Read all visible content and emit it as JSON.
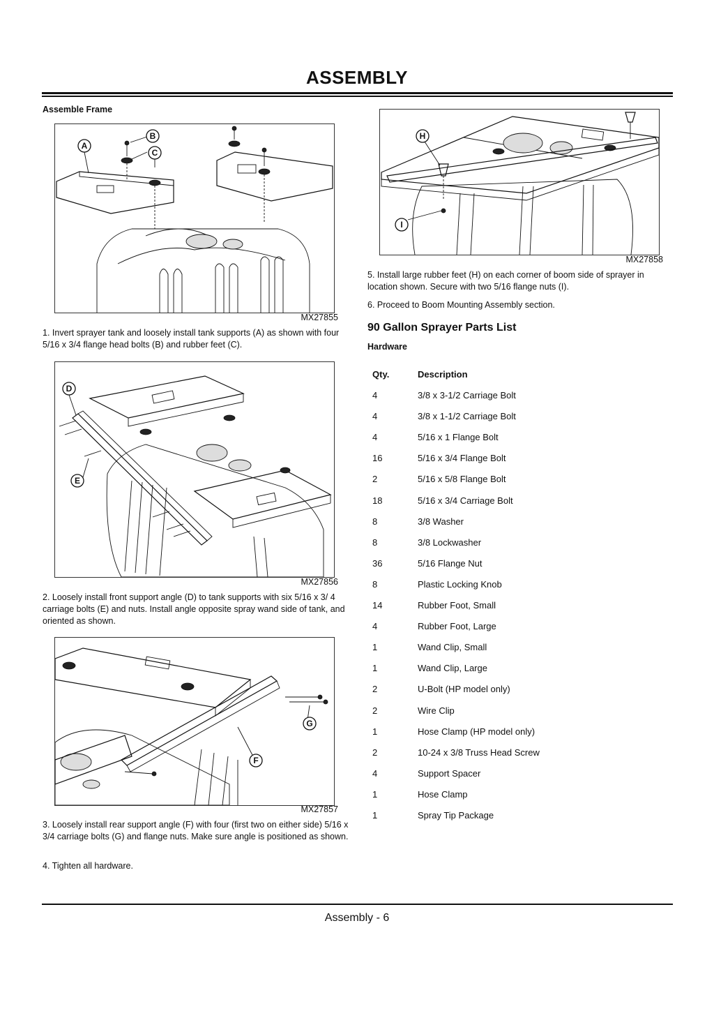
{
  "page": {
    "title": "ASSEMBLY",
    "footer": "Assembly - 6"
  },
  "left": {
    "section_heading": "Assemble Frame",
    "figures": [
      {
        "code": "MX27855",
        "callouts": [
          "A",
          "B",
          "C"
        ]
      },
      {
        "code": "MX27856",
        "callouts": [
          "D",
          "E"
        ]
      },
      {
        "code": "MX27857",
        "callouts": [
          "G",
          "F"
        ]
      }
    ],
    "steps": [
      "1. Invert sprayer tank and loosely install tank supports (A) as shown with four 5/16 x 3/4 flange head bolts (B) and rubber feet (C).",
      "2. Loosely install front support angle (D) to tank supports with six 5/16 x 3/ 4 carriage bolts (E) and nuts. Install angle opposite spray wand side of tank, and oriented as shown.",
      "3. Loosely install rear support angle (F) with four (first two on either side) 5/16 x 3/4 carriage bolts (G) and flange nuts. Make sure angle is positioned as shown.",
      "4. Tighten all hardware."
    ]
  },
  "right": {
    "figure": {
      "code": "MX27858",
      "callouts": [
        "H",
        "I"
      ]
    },
    "steps": [
      "5. Install large rubber feet (H) on each corner of boom side of sprayer in location shown. Secure with two 5/16 flange nuts (I).",
      "6. Proceed to Boom Mounting Assembly section."
    ],
    "parts_list": {
      "title": "90 Gallon Sprayer Parts List",
      "subheading": "Hardware",
      "headers": {
        "qty": "Qty.",
        "description": "Description"
      },
      "rows": [
        {
          "qty": "4",
          "description": "3/8 x 3-1/2 Carriage Bolt"
        },
        {
          "qty": "4",
          "description": "3/8 x 1-1/2 Carriage Bolt"
        },
        {
          "qty": "4",
          "description": "5/16 x 1 Flange Bolt"
        },
        {
          "qty": "16",
          "description": "5/16 x 3/4 Flange Bolt"
        },
        {
          "qty": "2",
          "description": "5/16 x 5/8 Flange Bolt"
        },
        {
          "qty": "18",
          "description": "5/16 x 3/4 Carriage Bolt"
        },
        {
          "qty": "8",
          "description": "3/8 Washer"
        },
        {
          "qty": "8",
          "description": "3/8 Lockwasher"
        },
        {
          "qty": "36",
          "description": "5/16 Flange Nut"
        },
        {
          "qty": "8",
          "description": "Plastic Locking Knob"
        },
        {
          "qty": "14",
          "description": "Rubber Foot, Small"
        },
        {
          "qty": "4",
          "description": "Rubber Foot, Large"
        },
        {
          "qty": "1",
          "description": "Wand Clip, Small"
        },
        {
          "qty": "1",
          "description": "Wand Clip, Large"
        },
        {
          "qty": "2",
          "description": "U-Bolt (HP model only)"
        },
        {
          "qty": "2",
          "description": "Wire Clip"
        },
        {
          "qty": "1",
          "description": "Hose Clamp (HP model only)"
        },
        {
          "qty": "2",
          "description": "10-24 x 3/8 Truss Head Screw"
        },
        {
          "qty": "4",
          "description": "Support Spacer"
        },
        {
          "qty": "1",
          "description": "Hose Clamp"
        },
        {
          "qty": "1",
          "description": "Spray Tip Package"
        }
      ]
    }
  }
}
